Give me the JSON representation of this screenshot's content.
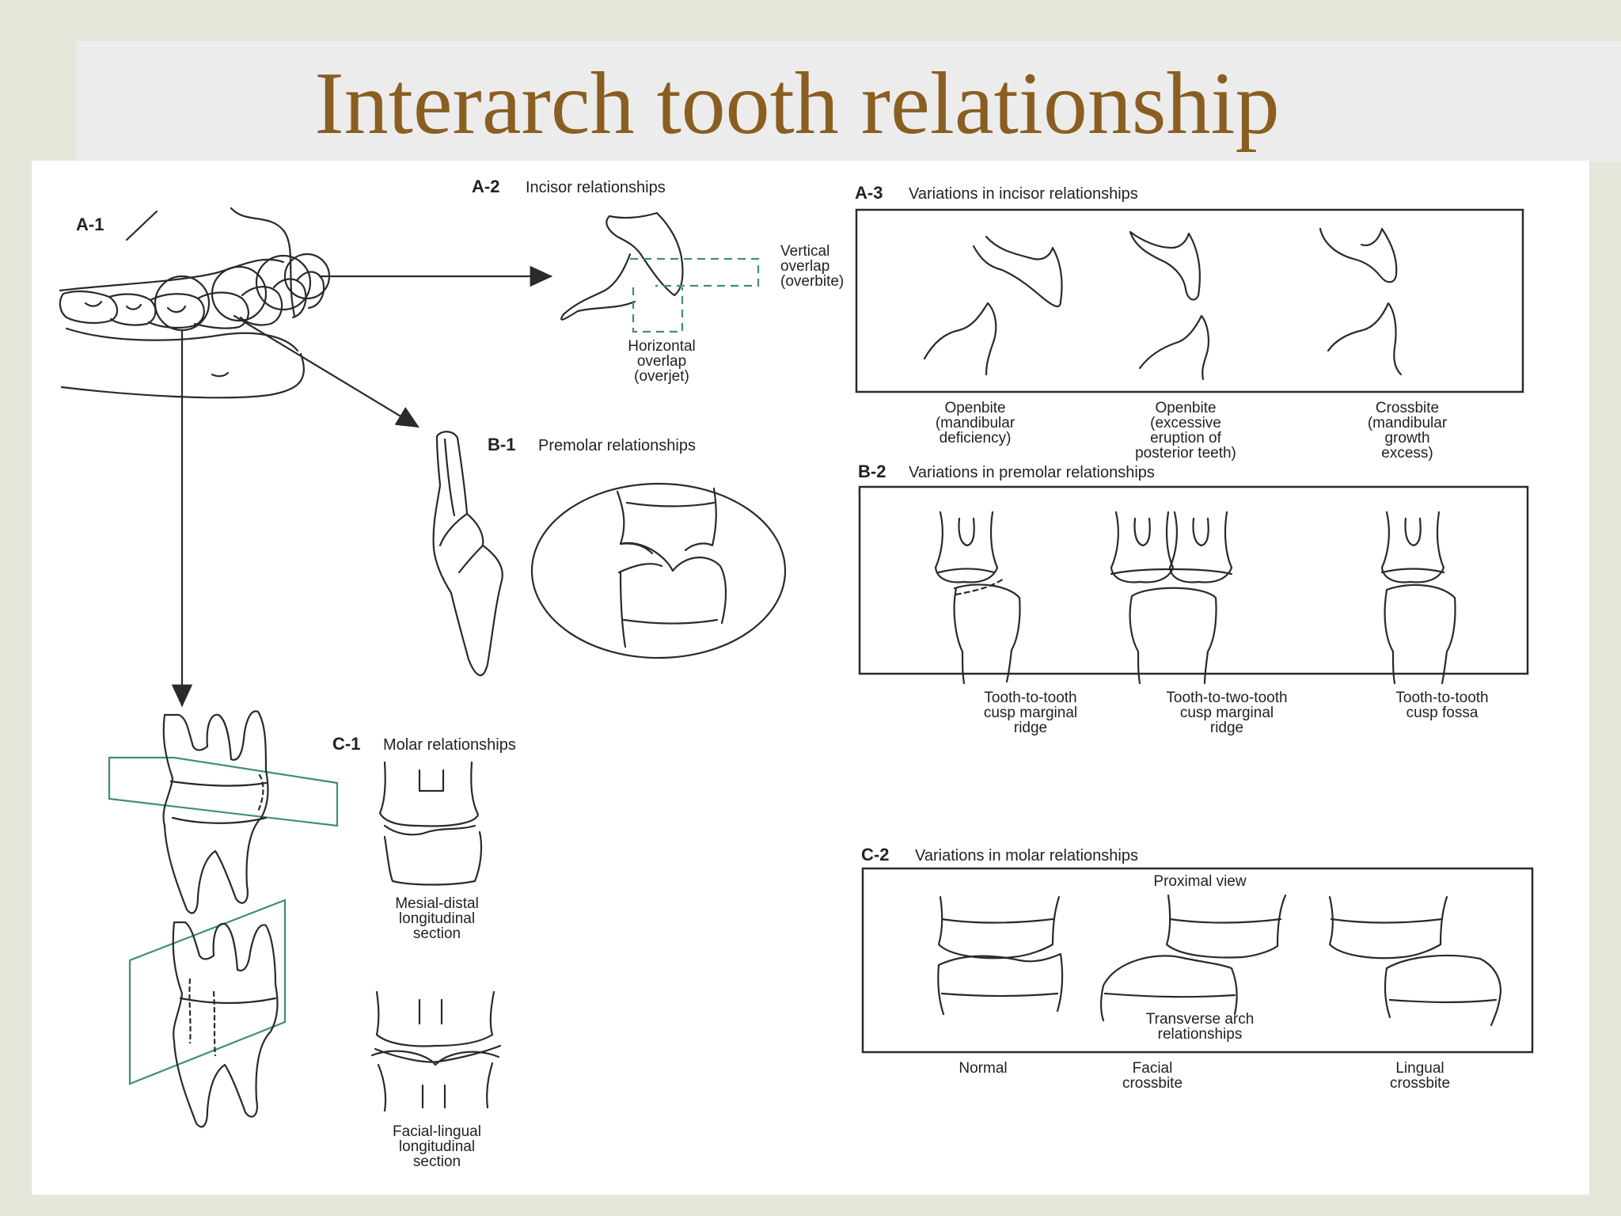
{
  "title": "Interarch tooth relationship",
  "panels": {
    "a1": {
      "code": "A-1"
    },
    "a2": {
      "code": "A-2",
      "heading": "Incisor relationships",
      "vertical": [
        "Vertical",
        "overlap",
        "(overbite)"
      ],
      "horizontal": [
        "Horizontal",
        "overlap",
        "(overjet)"
      ]
    },
    "a3": {
      "code": "A-3",
      "heading": "Variations in incisor relationships",
      "captions": [
        [
          "Openbite",
          "(mandibular",
          "deficiency)"
        ],
        [
          "Openbite",
          "(excessive",
          "eruption of",
          "posterior teeth)"
        ],
        [
          "Crossbite",
          "(mandibular",
          "growth",
          "excess)"
        ]
      ]
    },
    "b1": {
      "code": "B-1",
      "heading": "Premolar relationships"
    },
    "b2": {
      "code": "B-2",
      "heading": "Variations in premolar relationships",
      "captions": [
        [
          "Tooth-to-tooth",
          "cusp marginal",
          "ridge"
        ],
        [
          "Tooth-to-two-tooth",
          "cusp marginal",
          "ridge"
        ],
        [
          "Tooth-to-tooth",
          "cusp fossa"
        ]
      ]
    },
    "c1": {
      "code": "C-1",
      "heading": "Molar relationships",
      "mesial": [
        "Mesial-distal",
        "longitudinal",
        "section"
      ],
      "facial": [
        "Facial-lingual",
        "longitudinal",
        "section"
      ]
    },
    "c2": {
      "code": "C-2",
      "heading": "Variations in molar relationships",
      "proximal": "Proximal view",
      "transverse": [
        "Transverse arch",
        "relationships"
      ],
      "captions": [
        [
          "Normal"
        ],
        [
          "Facial",
          "crossbite"
        ],
        [
          "Lingual",
          "crossbite"
        ]
      ]
    }
  }
}
